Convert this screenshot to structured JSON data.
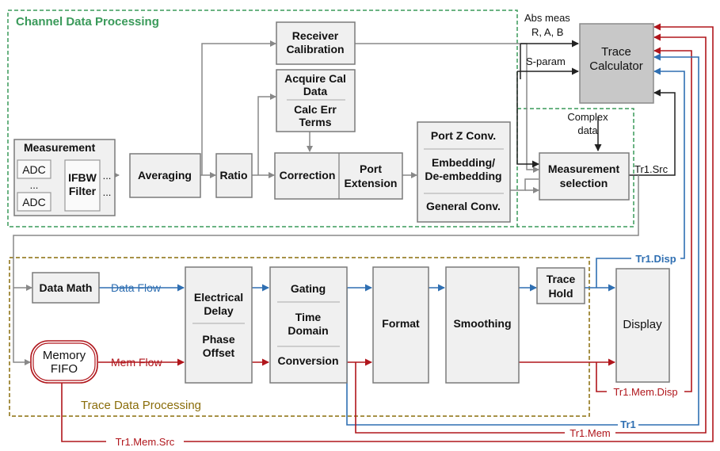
{
  "sections": {
    "channel": {
      "title": "Channel Data Processing",
      "color": "#3a9a5a"
    },
    "trace": {
      "title": "Trace Data Processing",
      "color": "#8a6d0a"
    }
  },
  "blocks": {
    "measurement": "Measurement",
    "adc": "ADC",
    "dots": "...",
    "ifbw_1": "IFBW",
    "ifbw_2": "Filter",
    "averaging": "Averaging",
    "ratio": "Ratio",
    "receiver_cal_1": "Receiver",
    "receiver_cal_2": "Calibration",
    "acquire_1": "Acquire Cal",
    "acquire_2": "Data",
    "calc_err_1": "Calc Err",
    "calc_err_2": "Terms",
    "correction": "Correction",
    "port_ext_1": "Port",
    "port_ext_2": "Extension",
    "portz": "Port Z Conv.",
    "embed_1": "Embedding/",
    "embed_2": "De-embedding",
    "general": "General Conv.",
    "meas_sel_1": "Measurement",
    "meas_sel_2": "selection",
    "trace_calc_1": "Trace",
    "trace_calc_2": "Calculator",
    "data_math": "Data Math",
    "memory_1": "Memory",
    "memory_2": "FIFO",
    "elec_1": "Electrical",
    "elec_2": "Delay",
    "phase_1": "Phase",
    "phase_2": "Offset",
    "gating": "Gating",
    "time_1": "Time",
    "time_2": "Domain",
    "conversion": "Conversion",
    "format": "Format",
    "smoothing": "Smoothing",
    "trace_hold_1": "Trace",
    "trace_hold_2": "Hold",
    "display": "Display"
  },
  "labels": {
    "abs_1": "Abs meas",
    "abs_2": "R, A, B",
    "sparam": "S-param",
    "complex_1": "Complex",
    "complex_2": "data",
    "tr1_src": "Tr1.Src",
    "data_flow": "Data Flow",
    "mem_flow": "Mem Flow",
    "tr1_disp": "Tr1.Disp",
    "tr1_mem_disp": "Tr1.Mem.Disp",
    "tr1": "Tr1",
    "tr1_mem": "Tr1.Mem",
    "tr1_mem_src": "Tr1.Mem.Src"
  },
  "colors": {
    "data_flow": "#2f6fb2",
    "mem_flow": "#b0161c",
    "channel_path": "#888888",
    "control": "#222222"
  }
}
